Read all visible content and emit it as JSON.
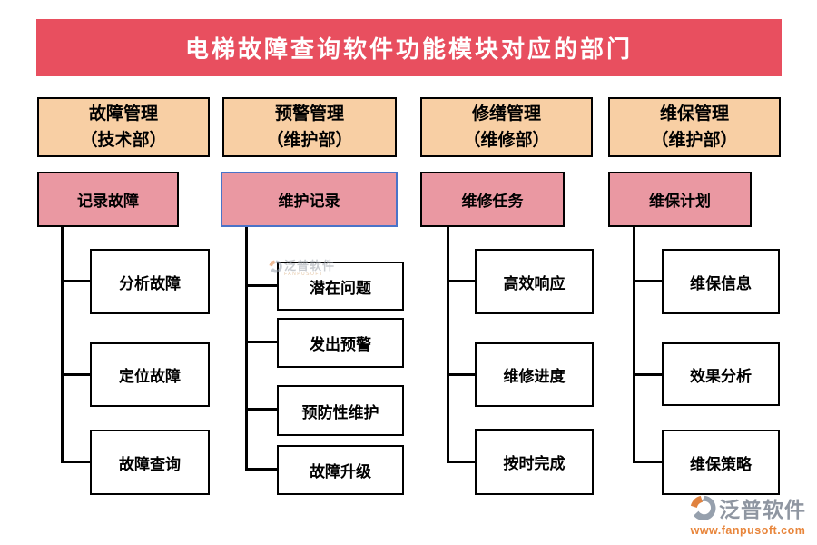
{
  "title": "电梯故障查询软件功能模块对应的部门",
  "columns": [
    {
      "header": "故障管理",
      "dept": "（技术部）",
      "module": "记录故障",
      "children": [
        "分析故障",
        "定位故障",
        "故障查询"
      ]
    },
    {
      "header": "预警管理",
      "dept": "（维护部）",
      "module": "维护记录",
      "children": [
        "潜在问题",
        "发出预警",
        "预防性维护",
        "故障升级"
      ]
    },
    {
      "header": "修缮管理",
      "dept": "（维修部）",
      "module": "维修任务",
      "children": [
        "高效响应",
        "维修进度",
        "按时完成"
      ]
    },
    {
      "header": "维保管理",
      "dept": "（维护部）",
      "module": "维保计划",
      "children": [
        "维保信息",
        "效果分析",
        "维保策略"
      ]
    }
  ],
  "watermark": {
    "text": "泛普软件",
    "subtext": "FANPUSOFT"
  },
  "logo": {
    "name": "泛普软件",
    "url": "www.fanpusoft.com"
  },
  "colors": {
    "banner": "#e84f5f",
    "header_fill": "#f8cfa4",
    "module_fill": "#ea98a2",
    "module_selected_border": "#4a73c8",
    "box_border": "#000000",
    "logo_gray": "#8f96a1",
    "logo_orange": "#e8863c"
  }
}
